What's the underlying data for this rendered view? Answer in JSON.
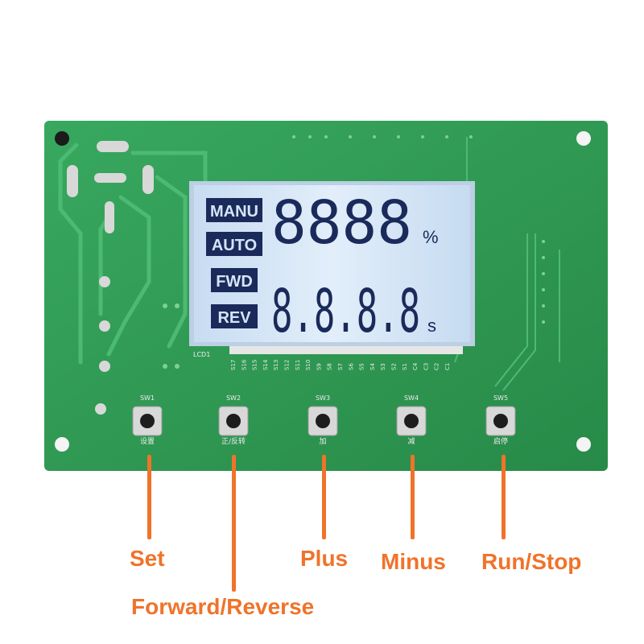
{
  "lcd": {
    "labels": {
      "manu": "MANU",
      "auto": "AUTO",
      "fwd": "FWD",
      "rev": "REV"
    },
    "top_digits": "8888",
    "top_unit": "%",
    "bottom_digits": "8.8.8.8",
    "bottom_unit": "s"
  },
  "pcb": {
    "lcd_ref": "LCD1",
    "pin_labels": [
      "S17",
      "S16",
      "S15",
      "S14",
      "S13",
      "S12",
      "S11",
      "S10",
      "S9",
      "S8",
      "S7",
      "S6",
      "S5",
      "S4",
      "S3",
      "S2",
      "S1",
      "C4",
      "C3",
      "C2",
      "C1"
    ],
    "switches": [
      {
        "ref": "SW1",
        "silk": "设置"
      },
      {
        "ref": "SW2",
        "silk": "正/反转"
      },
      {
        "ref": "SW3",
        "silk": "加"
      },
      {
        "ref": "SW4",
        "silk": "减"
      },
      {
        "ref": "SW5",
        "silk": "启停"
      }
    ]
  },
  "callouts": {
    "set": "Set",
    "forward_reverse": "Forward/Reverse",
    "plus": "Plus",
    "minus": "Minus",
    "run_stop": "Run/Stop"
  },
  "colors": {
    "pcb": "#2f9a55",
    "lcd_background": "#d4e6f6",
    "lcd_segment": "#1a2a5a",
    "callout": "#f0732a"
  }
}
